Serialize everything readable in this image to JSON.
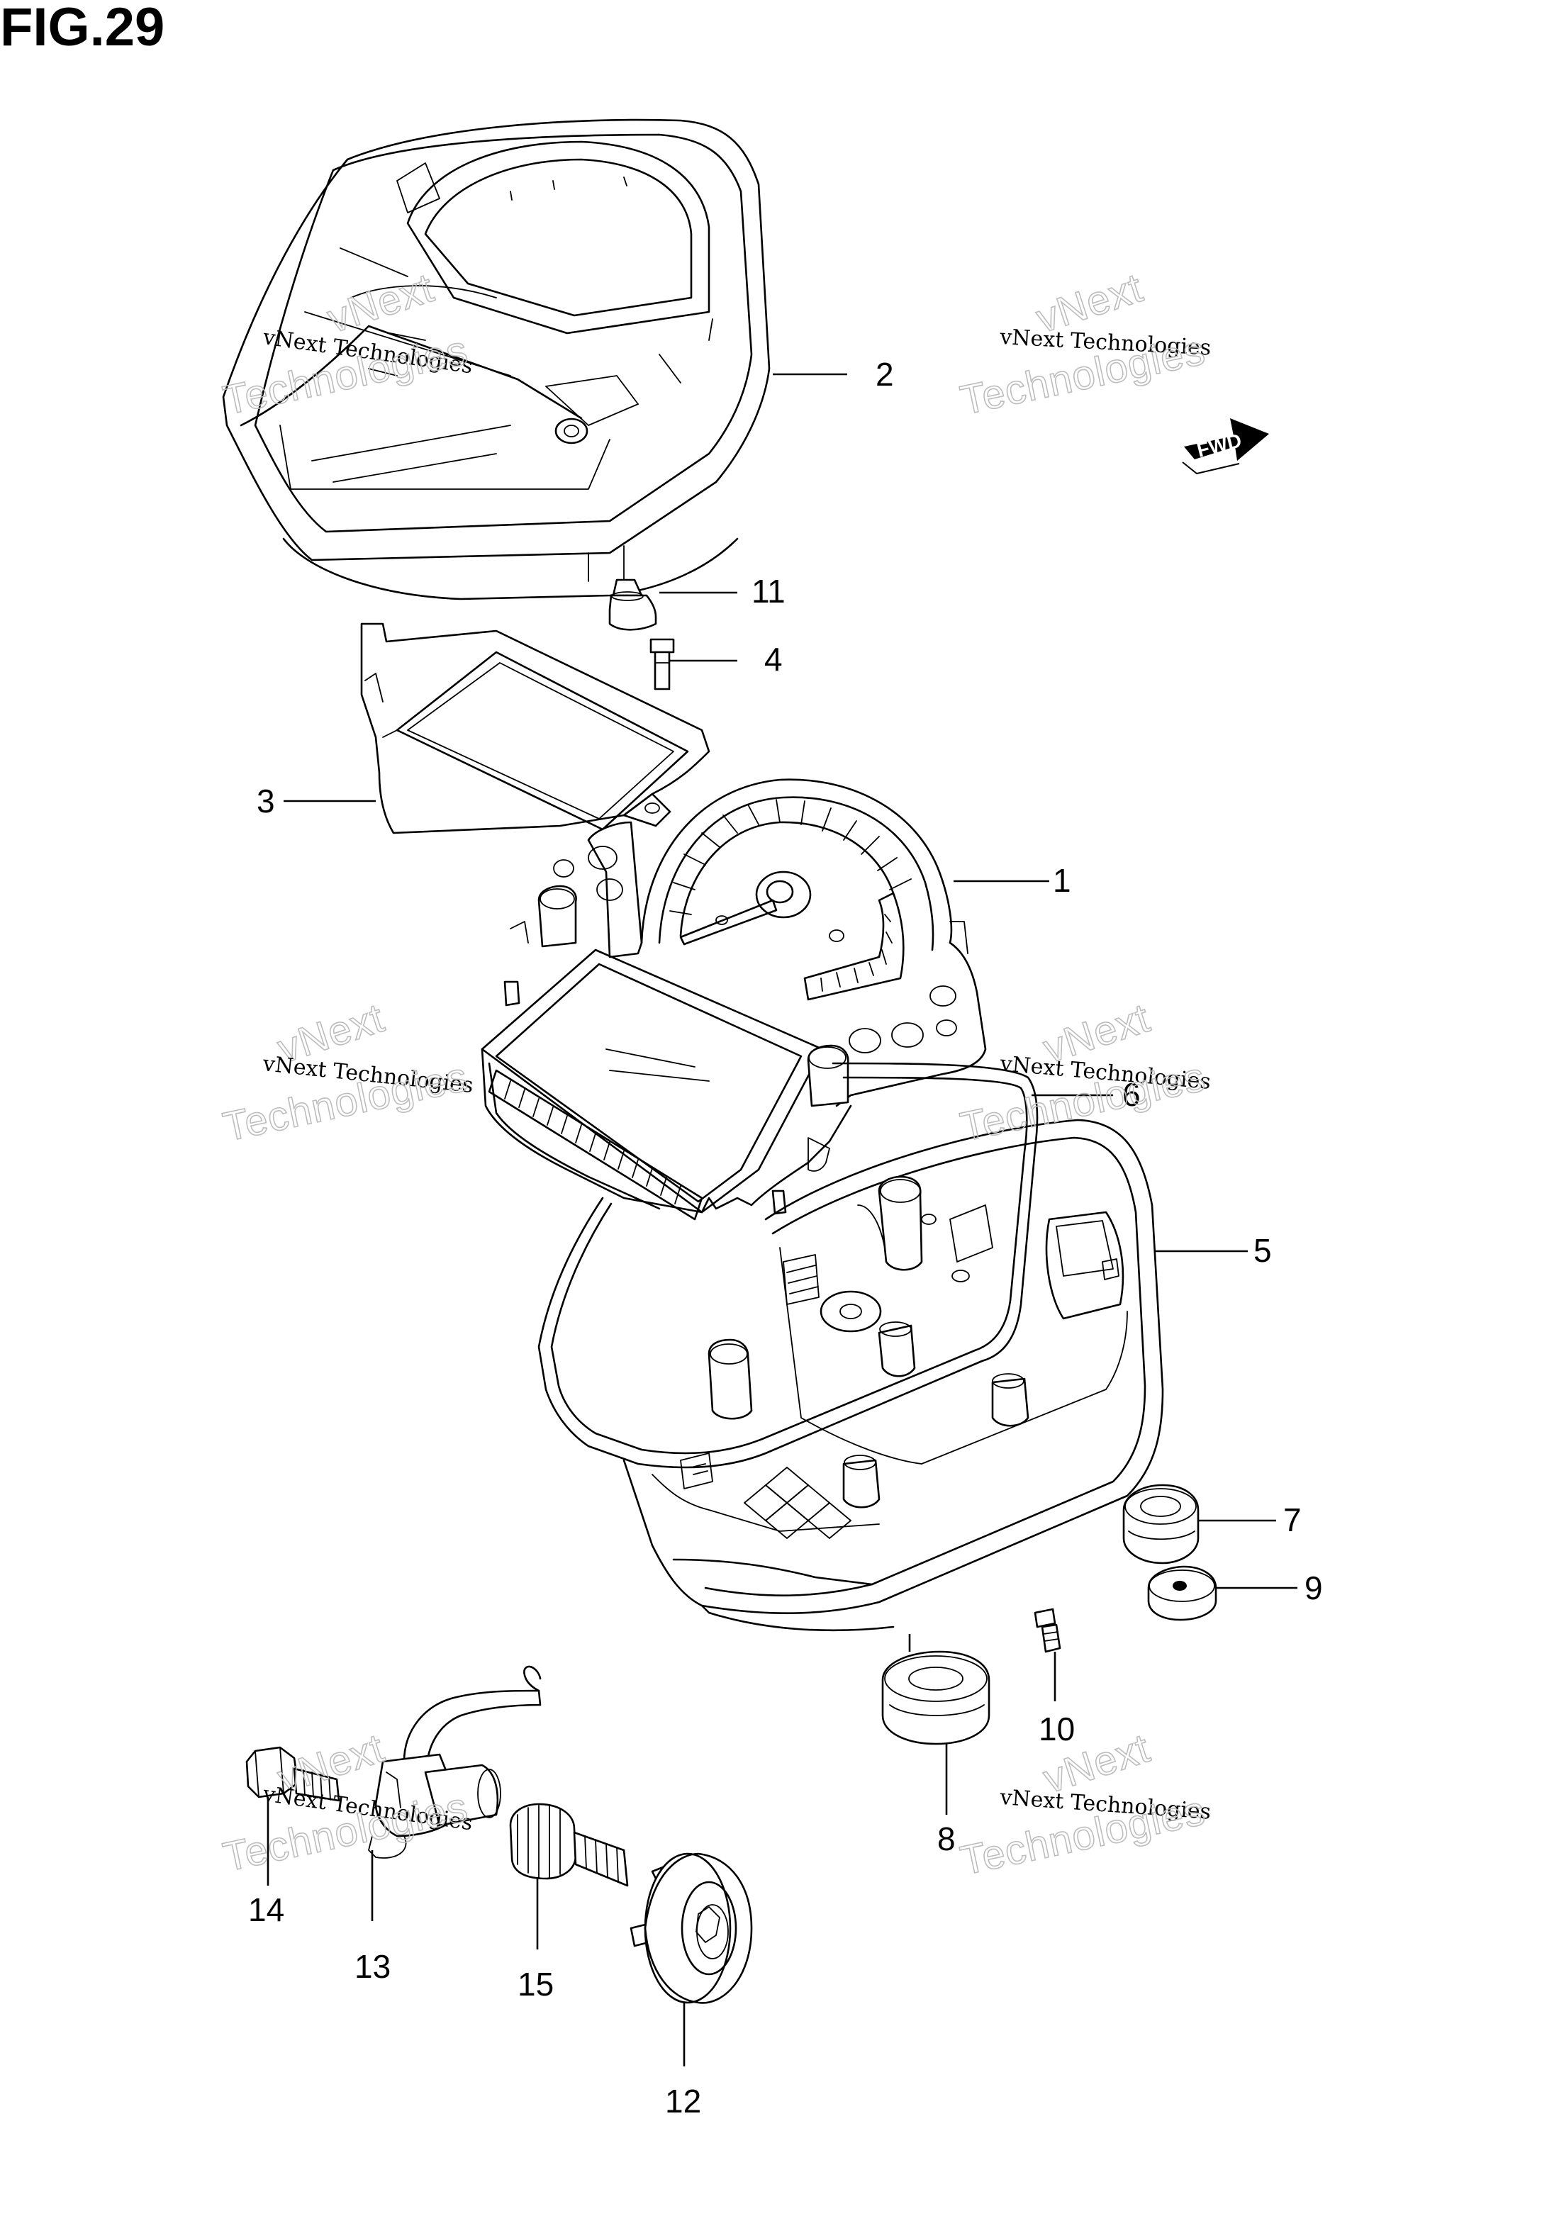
{
  "title": "FIG.29",
  "fwd_label": "FWD",
  "watermark": {
    "line1": "vNext",
    "line2": "vNext Technologies",
    "line3": "Technologies"
  },
  "callouts": {
    "c1": "1",
    "c2": "2",
    "c3": "3",
    "c4": "4",
    "c5": "5",
    "c6": "6",
    "c7": "7",
    "c8": "8",
    "c9": "9",
    "c10": "10",
    "c11": "11",
    "c12": "12",
    "c13": "13",
    "c14": "14",
    "c15": "15"
  },
  "icons": {
    "fwd": "forward-arrow-icon"
  }
}
